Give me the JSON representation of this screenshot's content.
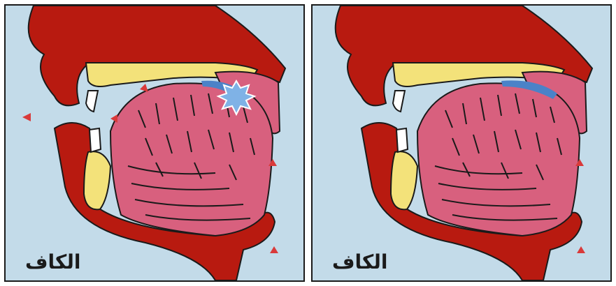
{
  "panels": [
    {
      "id": "left",
      "label": "الكاف",
      "has_contact_burst": true
    },
    {
      "id": "right",
      "label": "الكاف",
      "has_contact_burst": false
    }
  ],
  "colors": {
    "background": "#c3dbe9",
    "tissue": "#b81a10",
    "bone": "#f3e27a",
    "tongue": "#d8607e",
    "contact": "#4b82c8",
    "arrow": "#d93a3a",
    "outline": "#1a1a1a"
  }
}
